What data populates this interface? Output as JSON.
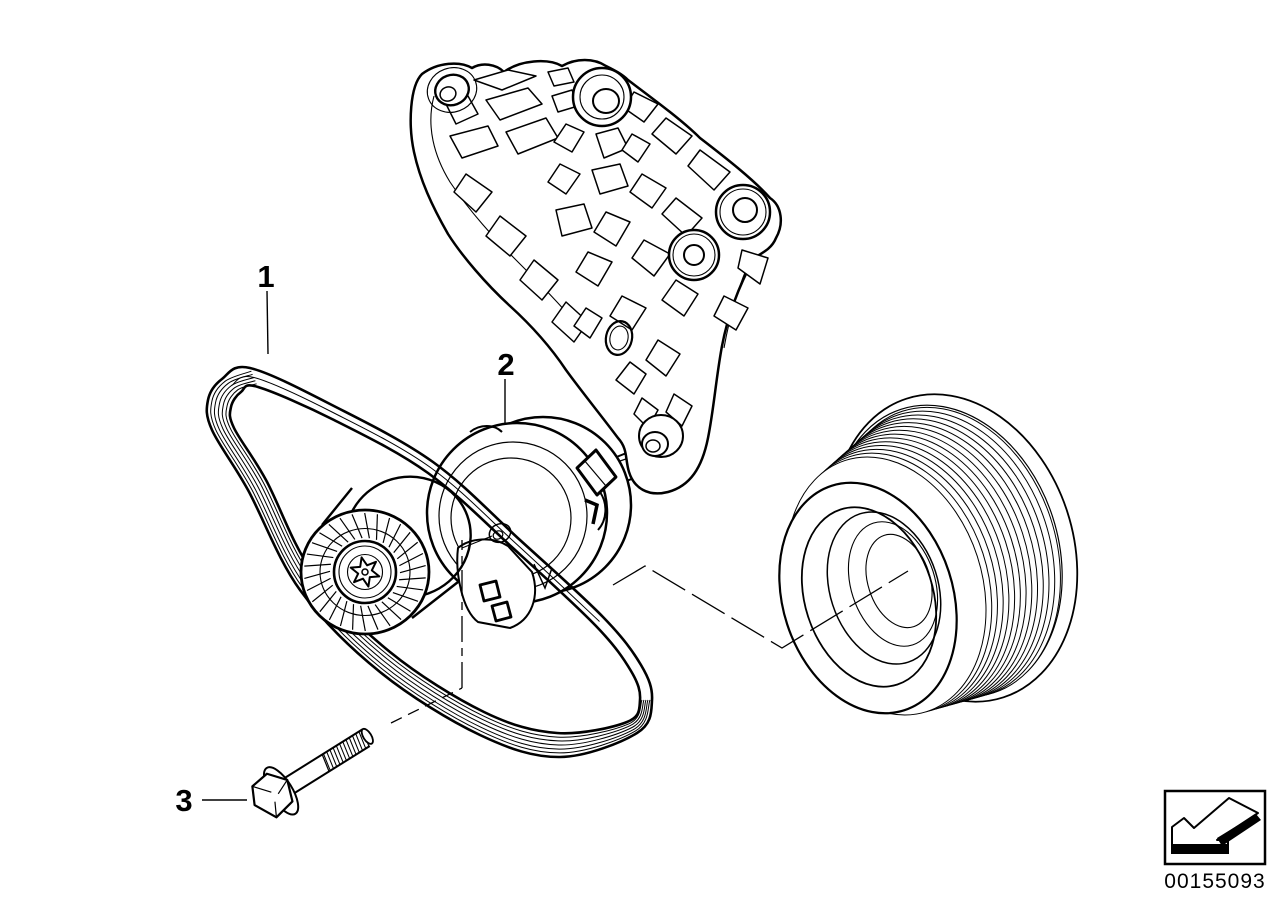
{
  "diagram": {
    "callouts": [
      {
        "label": "1"
      },
      {
        "label": "2"
      },
      {
        "label": "3"
      }
    ],
    "image_number": "00155093",
    "colors": {
      "line": "#000000",
      "background": "#ffffff"
    },
    "icons": {
      "footer_arrow": "direction-arrow-icon"
    }
  }
}
